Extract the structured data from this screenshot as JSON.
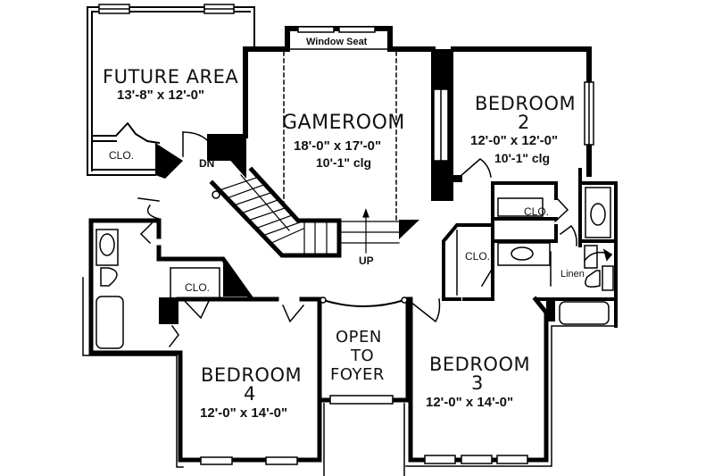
{
  "plan": {
    "rooms": {
      "future_area": {
        "name": "FUTURE AREA",
        "dims": "13'-8\" x 12'-0\""
      },
      "gameroom": {
        "name": "GAMEROOM",
        "dims": "18'-0\" x 17'-0\"",
        "ceiling": "10'-1\" clg"
      },
      "bedroom2": {
        "name_line1": "BEDROOM",
        "name_line2": "2",
        "dims": "12'-0\" x 12'-0\"",
        "ceiling": "10'-1\" clg"
      },
      "bedroom3": {
        "name_line1": "BEDROOM",
        "name_line2": "3",
        "dims": "12'-0\" x 14'-0\""
      },
      "bedroom4": {
        "name_line1": "BEDROOM",
        "name_line2": "4",
        "dims": "12'-0\" x 14'-0\""
      },
      "open_to_foyer": {
        "line1": "OPEN",
        "line2": "TO",
        "line3": "FOYER"
      }
    },
    "labels": {
      "window_seat": "Window Seat",
      "stairs_down": "DN",
      "stairs_up": "UP",
      "linen": "Linen",
      "closet_future": "CLO.",
      "closet_bed4": "CLO.",
      "closet_bed2": "CLO.",
      "closet_bed3": "CLO."
    },
    "colors": {
      "wall": "#000000",
      "background": "#ffffff",
      "text": "#111111"
    }
  }
}
